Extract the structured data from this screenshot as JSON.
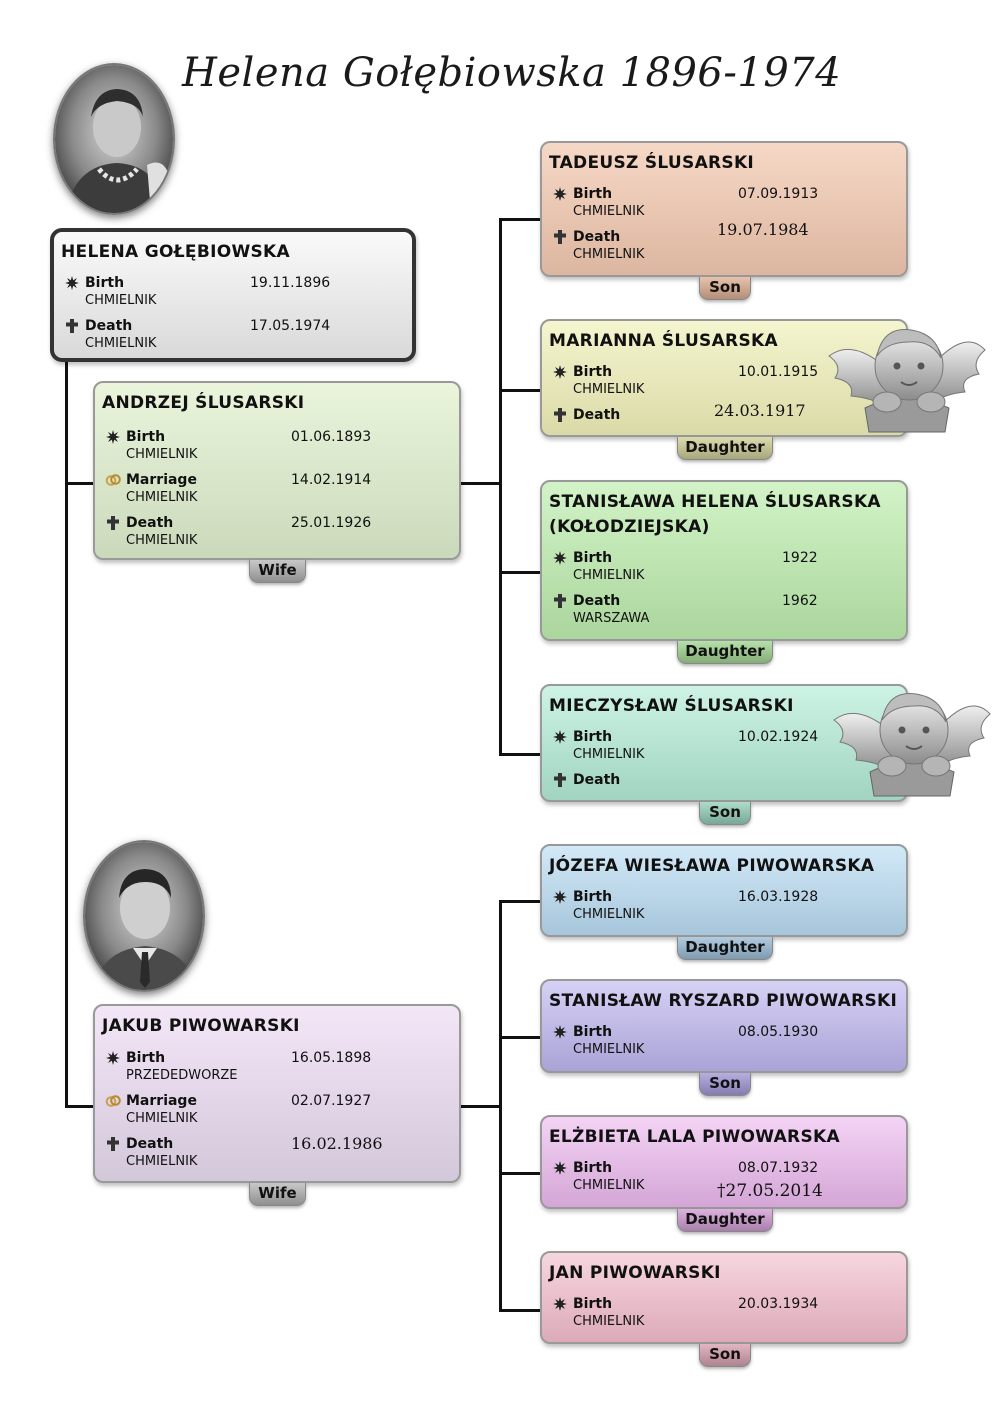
{
  "title": "Helena Gołębiowska 1896-1974",
  "labels": {
    "birth": "Birth",
    "death": "Death",
    "marriage": "Marriage"
  },
  "main": {
    "name": "HELENA GOŁĘBIOWSKA",
    "birth": {
      "date": "19.11.1896",
      "place": "CHMIELNIK"
    },
    "death": {
      "date": "17.05.1974",
      "place": "CHMIELNIK"
    }
  },
  "spouses": [
    {
      "name": "ANDRZEJ ŚLUSARSKI",
      "birth": {
        "date": "01.06.1893",
        "place": "CHMIELNIK"
      },
      "marriage": {
        "date": "14.02.1914",
        "place": "CHMIELNIK"
      },
      "death": {
        "date": "25.01.1926",
        "place": "CHMIELNIK"
      },
      "relation": "Wife"
    },
    {
      "name": "JAKUB PIWOWARSKI",
      "birth": {
        "date": "16.05.1898",
        "place": "PRZEDEDWORZE"
      },
      "marriage": {
        "date": "02.07.1927",
        "place": "CHMIELNIK"
      },
      "death": {
        "date": "16.02.1986",
        "place": "CHMIELNIK"
      },
      "relation": "Wife"
    }
  ],
  "children": [
    {
      "name": "TADEUSZ ŚLUSARSKI",
      "birth": {
        "date": "07.09.1913",
        "place": "CHMIELNIK"
      },
      "death": {
        "date": "19.07.1984",
        "place": "CHMIELNIK"
      },
      "relation": "Son",
      "color": "#f0c9b2"
    },
    {
      "name": "MARIANNA ŚLUSARSKA",
      "birth": {
        "date": "10.01.1915",
        "place": "CHMIELNIK"
      },
      "death": {
        "date": "24.03.1917",
        "place": ""
      },
      "relation": "Daughter",
      "color": "#eeeeb8"
    },
    {
      "name": "STANISŁAWA HELENA ŚLUSARSKA",
      "name2": "(KOŁODZIEJSKA)",
      "birth": {
        "date": "1922",
        "place": "CHMIELNIK"
      },
      "death": {
        "date": "1962",
        "place": "WARSZAWA"
      },
      "relation": "Daughter",
      "color": "#c2ecb4"
    },
    {
      "name": "MIECZYSŁAW ŚLUSARSKI",
      "birth": {
        "date": "10.02.1924",
        "place": "CHMIELNIK"
      },
      "death": {
        "date": "",
        "place": ""
      },
      "relation": "Son",
      "color": "#bfeadb"
    },
    {
      "name": "JÓZEFA WIESŁAWA PIWOWARSKA",
      "birth": {
        "date": "16.03.1928",
        "place": "CHMIELNIK"
      },
      "relation": "Daughter",
      "color": "#c2def2"
    },
    {
      "name": "STANISŁAW RYSZARD PIWOWARSKI",
      "birth": {
        "date": "08.05.1930",
        "place": "CHMIELNIK"
      },
      "relation": "Son",
      "color": "#c8c2ee"
    },
    {
      "name": "ELŻBIETA LALA PIWOWARSKA",
      "birth": {
        "date": "08.07.1932",
        "place": "CHMIELNIK"
      },
      "death_note": "†27.05.2014",
      "relation": "Daughter",
      "color": "#eec2ef"
    },
    {
      "name": "JAN PIWOWARSKI",
      "birth": {
        "date": "20.03.1934",
        "place": "CHMIELNIK"
      },
      "relation": "Son",
      "color": "#f3c6d2"
    }
  ]
}
